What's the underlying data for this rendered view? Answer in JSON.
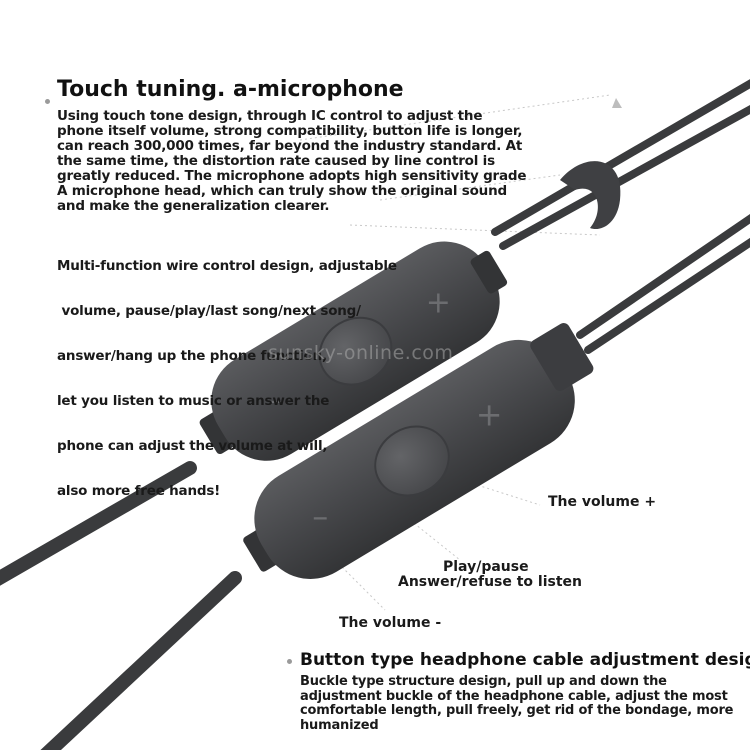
{
  "section1": {
    "title": "Touch tuning. a-microphone",
    "paragraph1_lines": [
      "Using touch tone design, through IC control to adjust the",
      "phone itself volume, strong compatibility, button life is longer,",
      "can reach 300,000 times, far beyond the industry standard. At",
      "the same time, the distortion rate caused by line control is",
      "greatly reduced. The microphone adopts high sensitivity grade",
      "A microphone head, which can truly show the original sound",
      "and make the generalization clearer."
    ],
    "paragraph2_lines": [
      "Multi-function wire control design, adjustable",
      " volume, pause/play/last song/next song/",
      "answer/hang up the phone function,",
      "let you listen to music or answer the",
      "phone can adjust the volume at will,",
      "also more free hands!"
    ]
  },
  "watermark": "sunsky-online.com",
  "callouts": {
    "volume_plus": "The volume +",
    "play_pause": "Play/pause",
    "answer_refuse": "Answer/refuse to listen",
    "volume_minus": "The volume -"
  },
  "remote_symbols": {
    "plus": "+",
    "minus": "–"
  },
  "section2": {
    "title": "Button type headphone cable adjustment design",
    "paragraph_lines": [
      "Buckle type structure design, pull up and down the",
      "adjustment buckle of the headphone cable, adjust the most",
      "comfortable length, pull freely, get rid of the bondage, more",
      "humanized"
    ]
  },
  "colors": {
    "cable": "#3a3b3d",
    "remote_body": "#4a4b4d",
    "remote_button": "#5a5b5d",
    "text": "#1a1a1a"
  }
}
